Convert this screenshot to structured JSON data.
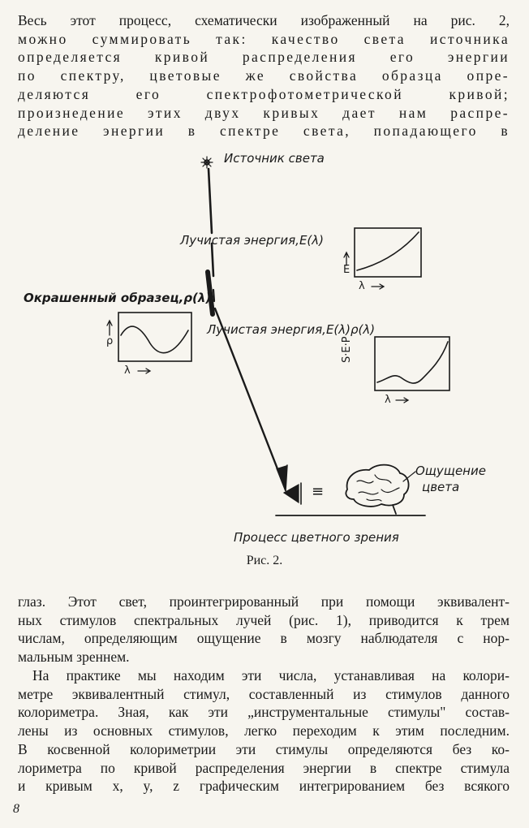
{
  "text": {
    "p1_lines": [
      "Весь этот процесс, схематически изображенный на рис. 2,",
      "можно суммировать так: качество света источника",
      "определяется кривой распределения его энергии",
      "по спектру, цветовые же свойства образца опре-",
      "деляются его спектрофотометрической кривой;",
      "произнедение этих двух кривых дает нам распре-",
      "деление энергии в спектре света, попадающего в"
    ],
    "p2_lines": [
      "глаз. Этот свет, проинтегрированный при помощи эквивалент-",
      "ных стимулов спектральных лучей (рис. 1), приводится к трем",
      "числам, определяющим ощущение в мозгу наблюдателя с нор-",
      "мальным зреннем."
    ],
    "p3_lines": [
      "На практике мы находим эти числа, устанавливая на колори-",
      "метре эквивалентный стимул, составленный из стимулов данного",
      "колориметра. Зная, как эти „инструментальные стимулы\" состав-",
      "лены из основных стимулов, легко переходим к этим последним.",
      "В косвенной колориметрии эти стимулы определяются без ко-",
      "лориметра по кривой распределения энергии в спектре стимула",
      "и кривым x, y, z графическим интегрированием без всякого"
    ]
  },
  "figure": {
    "source_label": "Источник света",
    "radiant_energy_label": "Лучистая энергия,E(λ)",
    "sample_label": "Окрашенный образец,ρ(λ)",
    "reflected_energy_label": "Лучистая энергия,E(λ)ρ(λ)",
    "axis_E": "E",
    "axis_rho": "ρ",
    "axis_SEP": "S·E·P",
    "axis_lambda": "λ",
    "equals_sign": "≡",
    "sensation_label_line1": "Ощущение",
    "sensation_label_line2": "цвета",
    "process_label": "Процесс цветного зрения"
  },
  "caption": "Рис. 2.",
  "page_number": "8"
}
